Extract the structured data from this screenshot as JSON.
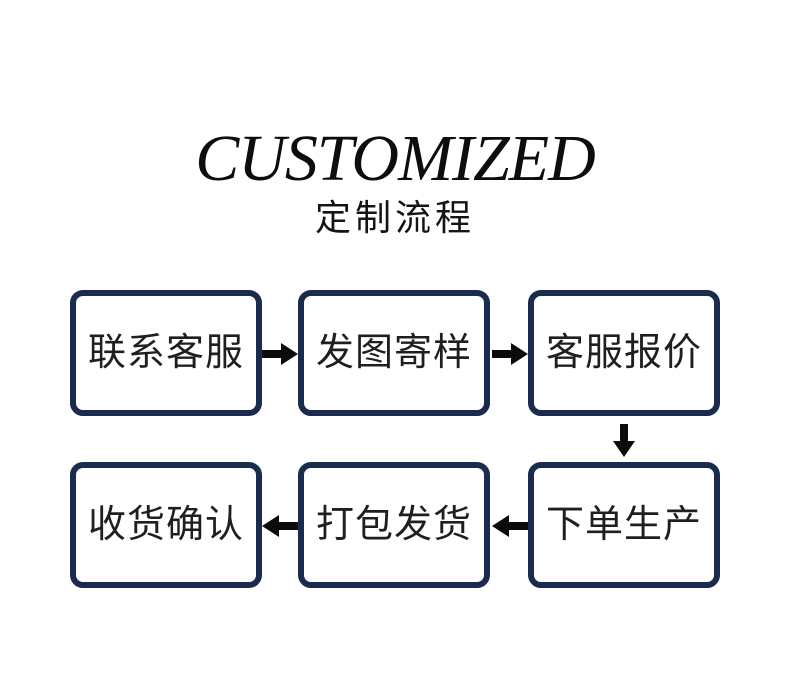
{
  "page": {
    "background": "#ffffff"
  },
  "header": {
    "title": "CUSTOMIZED",
    "subtitle": "定制流程"
  },
  "colors": {
    "box_border": "#1b2b4d",
    "box_background": "#ffffff",
    "arrow": "#0b0b0b",
    "title_text": "#0d0d0d",
    "box_text": "#1f1f1f"
  },
  "flow": {
    "type": "flowchart",
    "steps": [
      {
        "id": 1,
        "label": "联系客服",
        "row": 1,
        "col": 1
      },
      {
        "id": 2,
        "label": "发图寄样",
        "row": 1,
        "col": 2
      },
      {
        "id": 3,
        "label": "客服报价",
        "row": 1,
        "col": 3
      },
      {
        "id": 4,
        "label": "下单生产",
        "row": 2,
        "col": 3
      },
      {
        "id": 5,
        "label": "打包发货",
        "row": 2,
        "col": 2
      },
      {
        "id": 6,
        "label": "收货确认",
        "row": 2,
        "col": 1
      }
    ],
    "connections": [
      {
        "from": "联系客服",
        "to": "发图寄样",
        "direction": "right"
      },
      {
        "from": "发图寄样",
        "to": "客服报价",
        "direction": "right"
      },
      {
        "from": "客服报价",
        "to": "下单生产",
        "direction": "down"
      },
      {
        "from": "下单生产",
        "to": "打包发货",
        "direction": "left"
      },
      {
        "from": "打包发货",
        "to": "收货确认",
        "direction": "left"
      }
    ]
  }
}
